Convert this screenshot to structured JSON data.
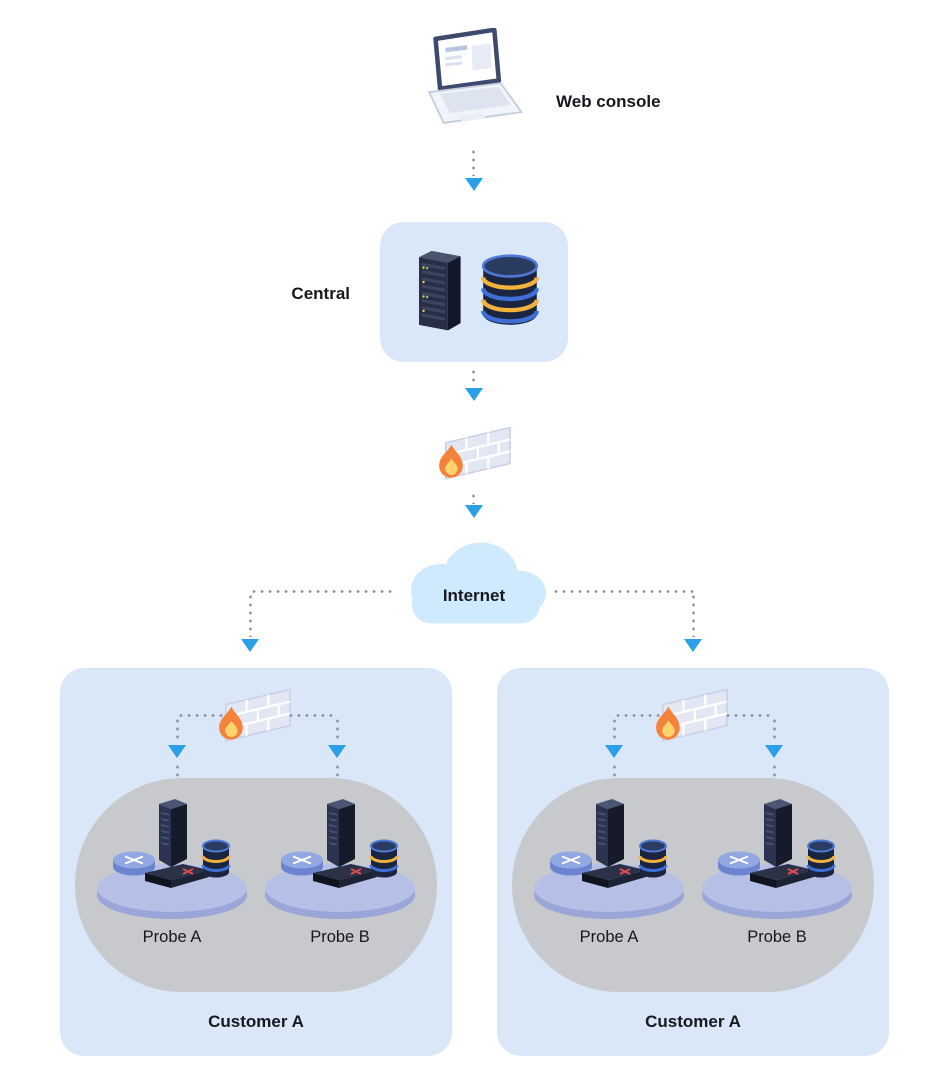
{
  "diagram": {
    "labels": {
      "web_console": "Web console",
      "central": "Central",
      "internet": "Internet"
    },
    "sites": [
      {
        "name": "Customer A",
        "probes": [
          {
            "label": "Probe A"
          },
          {
            "label": "Probe B"
          }
        ]
      },
      {
        "name": "Customer A",
        "probes": [
          {
            "label": "Probe A"
          },
          {
            "label": "Probe B"
          }
        ]
      }
    ],
    "icons": {
      "laptop": "web-console-laptop-icon",
      "server_rack": "server-rack-icon",
      "database": "database-icon",
      "firewall": "firewall-brick-wall-icon",
      "flame": "flame-icon",
      "cloud": "internet-cloud-icon",
      "probe_cluster": "probe-node-cluster-icon"
    },
    "colors": {
      "arrow_blue": "#2ba0e6",
      "panel_fill": "#d9e7f8",
      "blob_fill": "#c8c9cc",
      "platform_fill": "#b6bfe6",
      "dotted_line": "#8e969f",
      "flame_orange": "#f5823a",
      "flame_yellow": "#ffd36e",
      "cloud_fill": "#cfe9fd",
      "db_ring_yellow": "#f2b23c",
      "db_ring_blue": "#3e6fd6"
    }
  }
}
